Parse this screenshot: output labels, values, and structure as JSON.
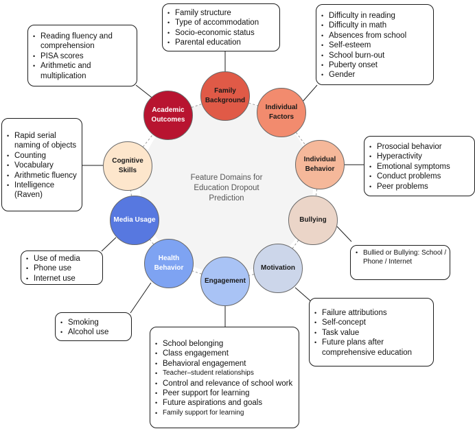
{
  "center_label": "Feature Domains for Education Dropout Prediction",
  "domains": [
    {
      "id": "family-background",
      "label": "Family Background",
      "fill": "#e05a47",
      "text": "#1a1a1a",
      "items": [
        "Family structure",
        "Type of accommodation",
        "Socio-economic status",
        "Parental education"
      ]
    },
    {
      "id": "individual-factors",
      "label": "Individual Factors",
      "fill": "#f28b6e",
      "text": "#1a1a1a",
      "items": [
        "Difficulty in reading",
        "Difficulty in math",
        "Absences from school",
        "Self-esteem",
        "School burn-out",
        "Puberty onset",
        "Gender"
      ]
    },
    {
      "id": "individual-behavior",
      "label": "Individual Behavior",
      "fill": "#f5b89a",
      "text": "#1a1a1a",
      "items": [
        "Prosocial behavior",
        "Hyperactivity",
        "Emotional symptoms",
        "Conduct problems",
        "Peer problems"
      ]
    },
    {
      "id": "bullying",
      "label": "Bullying",
      "fill": "#ebd5c8",
      "text": "#1a1a1a",
      "items": [
        "Bullied or Bullying: School / Phone / Internet"
      ]
    },
    {
      "id": "motivation",
      "label": "Motivation",
      "fill": "#ccd6ea",
      "text": "#1a1a1a",
      "items": [
        "Failure attributions",
        "Self-concept",
        "Task value",
        "Future plans after comprehensive education"
      ]
    },
    {
      "id": "engagement",
      "label": "Engagement",
      "fill": "#a9c3f5",
      "text": "#1a1a1a",
      "items": [
        "School belonging",
        "Class engagement",
        "Behavioral engagement",
        "Teacher–student relationships",
        "Control and relevance of school work",
        "Peer support for learning",
        "Future aspirations and goals",
        "Family support for learning"
      ]
    },
    {
      "id": "health-behavior",
      "label": "Health Behavior",
      "fill": "#7ea3f2",
      "text": "#ffffff",
      "items": [
        "Smoking",
        "Alcohol use"
      ]
    },
    {
      "id": "media-usage",
      "label": "Media Usage",
      "fill": "#5778e0",
      "text": "#ffffff",
      "items": [
        "Use of media",
        "Phone use",
        "Internet use"
      ]
    },
    {
      "id": "cognitive-skills",
      "label": "Cognitive Skills",
      "fill": "#fde6cc",
      "text": "#1a1a1a",
      "items": [
        "Rapid serial naming of objects",
        "Counting",
        "Vocabulary",
        "Arithmetic fluency",
        "Intelligence (Raven)"
      ]
    },
    {
      "id": "academic-outcomes",
      "label": "Academic Outcomes",
      "fill": "#b81430",
      "text": "#ffffff",
      "items": [
        "Reading fluency and comprehension",
        "PISA scores",
        "Arithmetic and multiplication"
      ]
    }
  ]
}
